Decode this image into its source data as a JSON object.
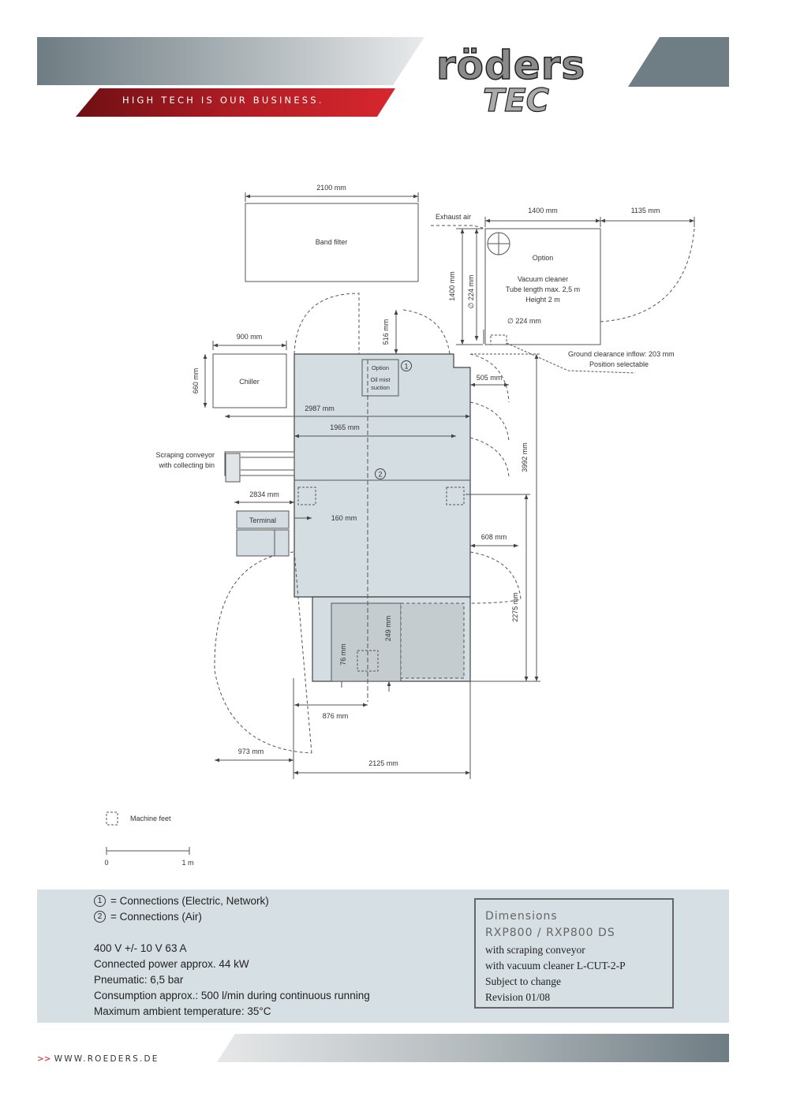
{
  "header": {
    "tagline": "HIGH TECH IS OUR BUSINESS.",
    "logo_main": "röders",
    "logo_sub": "TEC"
  },
  "drawing": {
    "band_filter": {
      "label": "Band filter",
      "width_dim": "2100 mm"
    },
    "exhaust_air": "Exhaust air",
    "vacuum": {
      "width_dim": "1400 mm",
      "door_dim": "1135 mm",
      "height_dim": "1400 mm",
      "tube_dim": "∅ 224 mm",
      "inner_dim": "∅ 224 mm",
      "option": "Option",
      "line1": "Vacuum cleaner",
      "line2": "Tube length max. 2,5 m",
      "line3": "Height 2 m"
    },
    "ground_clearance": "Ground clearance inflow: 203 mm",
    "position_selectable": "Position selectable",
    "chiller": {
      "label": "Chiller",
      "width_dim": "900 mm",
      "height_dim": "660 mm"
    },
    "oil_mist": {
      "line1": "Option",
      "line2": "Oil mist",
      "line3": "suction"
    },
    "door_dim_516": "516 mm",
    "dim_505": "505 mm",
    "dim_2987": "2987 mm",
    "dim_1965": "1965 mm",
    "dim_3992": "3992 mm",
    "scraping": {
      "line1": "Scraping conveyor",
      "line2": "with collecting bin"
    },
    "dim_2834": "2834 mm",
    "terminal": "Terminal",
    "dim_160": "160 mm",
    "dim_608": "608 mm",
    "dim_2275": "2275 mm",
    "dim_249": "249 mm",
    "dim_76": "76 mm",
    "dim_876": "876 mm",
    "dim_973": "973 mm",
    "dim_2125": "2125 mm",
    "circle1": "1",
    "circle2": "2",
    "machine_feet": "Machine feet",
    "scale_0": "0",
    "scale_1m": "1 m"
  },
  "info": {
    "conn1_num": "1",
    "conn1": "= Connections (Electric, Network)",
    "conn2_num": "2",
    "conn2": "= Connections (Air)",
    "spec1": "400 V +/- 10 V  63 A",
    "spec2": "Connected power approx. 44 kW",
    "spec3": "Pneumatic: 6,5 bar",
    "spec4": "Consumption approx.: 500 l/min during continuous running",
    "spec5": "Maximum ambient temperature: 35°C"
  },
  "dimensions_box": {
    "title": "Dimensions",
    "model": "RXP800 / RXP800 DS",
    "line1": "with scraping conveyor",
    "line2": "with vacuum cleaner L-CUT-2-P",
    "line3": "Subject to change",
    "line4": "Revision 01/08"
  },
  "footer": {
    "arrows": ">>",
    "url": "WWW.ROEDERS.DE"
  },
  "colors": {
    "accent_red": "#c0242c",
    "header_gray": "#6f7e84",
    "panel": "#d6dfe3"
  }
}
